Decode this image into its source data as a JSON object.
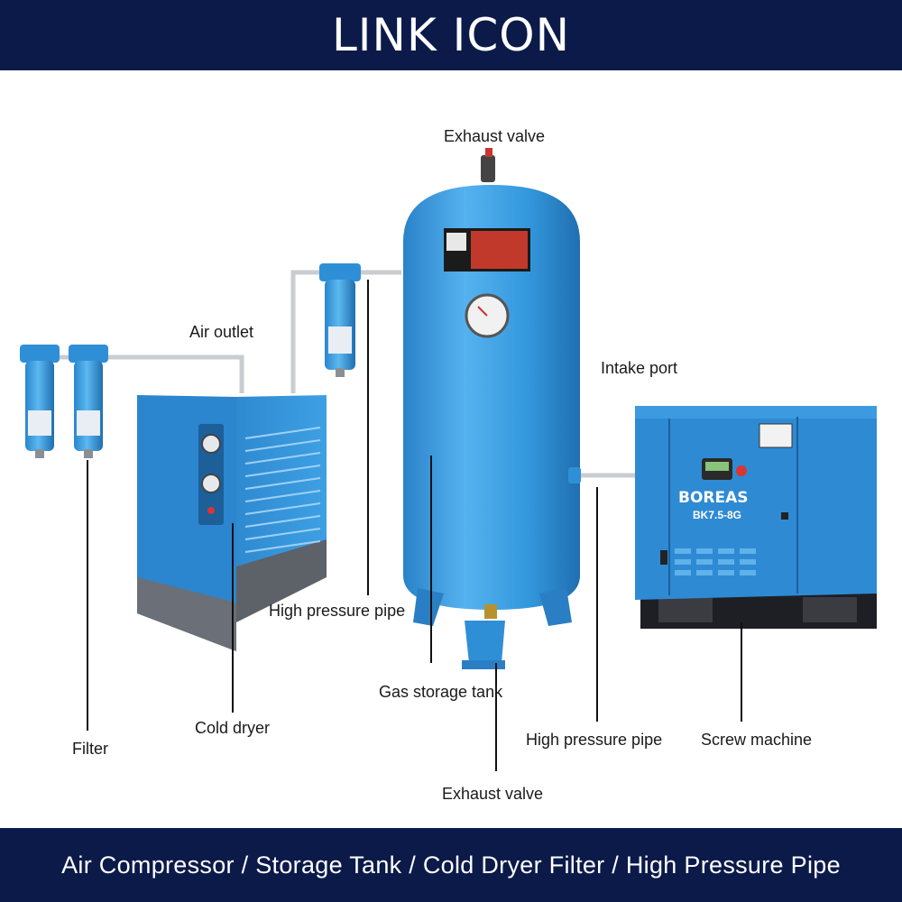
{
  "header": {
    "title": "LINK ICON"
  },
  "footer": {
    "caption": "Air Compressor / Storage Tank / Cold Dryer Filter / High Pressure Pipe"
  },
  "labels": {
    "exhaust_valve_top": "Exhaust valve",
    "air_outlet": "Air outlet",
    "intake_port": "Intake port",
    "high_pressure_pipe_left": "High pressure pipe",
    "gas_storage_tank": "Gas storage tank",
    "cold_dryer": "Cold dryer",
    "filter": "Filter",
    "high_pressure_pipe_right": "High pressure pipe",
    "screw_machine": "Screw machine",
    "exhaust_valve_bottom": "Exhaust valve"
  },
  "machine_branding": {
    "brand": "BOREAS",
    "model": "BK7.5-8G"
  },
  "colors": {
    "banner": "#0b1a49",
    "equipment_blue": "#2f8fd6",
    "equipment_dark": "#1e6fb3",
    "base_gray": "#6b6f77",
    "pipe": "#c9ccd1"
  }
}
